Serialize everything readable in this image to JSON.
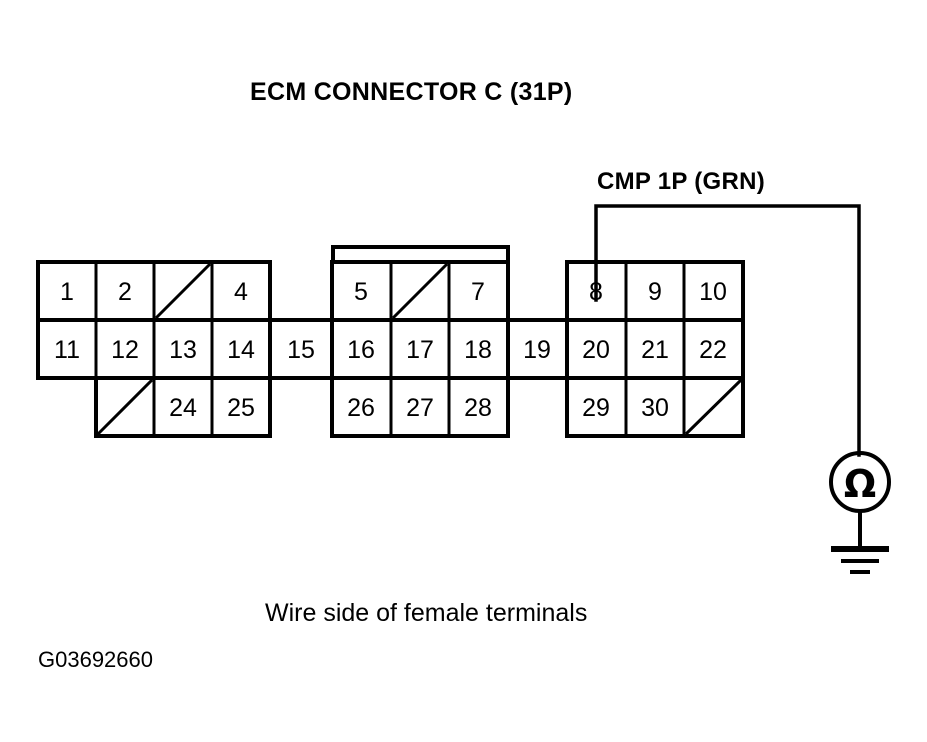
{
  "page": {
    "background_color": "#ffffff",
    "line_color": "#000000",
    "title": "ECM CONNECTOR C (31P)",
    "caption": "Wire side of female terminals",
    "figure_code": "G03692660"
  },
  "connector": {
    "name": "ECM CONNECTOR C",
    "pin_count_label": "31P",
    "view_note": "Wire side of female terminals",
    "blocks": [
      {
        "block_name": "left-block",
        "rows": [
          {
            "row_name": "top-row",
            "cells": [
              {
                "label": "1",
                "blank": false
              },
              {
                "label": "2",
                "blank": false
              },
              {
                "label": "",
                "blank": true
              },
              {
                "label": "4",
                "blank": false
              }
            ]
          },
          {
            "row_name": "middle-row",
            "cells": [
              {
                "label": "11",
                "blank": false
              },
              {
                "label": "12",
                "blank": false
              },
              {
                "label": "13",
                "blank": false
              },
              {
                "label": "14",
                "blank": false
              }
            ]
          },
          {
            "row_name": "bottom-row",
            "cells": [
              {
                "label": "",
                "blank": true
              },
              {
                "label": "24",
                "blank": false
              },
              {
                "label": "25",
                "blank": false
              }
            ]
          }
        ]
      },
      {
        "block_name": "middle-block",
        "rows": [
          {
            "row_name": "top-row",
            "cells": [
              {
                "label": "5",
                "blank": false
              },
              {
                "label": "",
                "blank": true
              },
              {
                "label": "7",
                "blank": false
              }
            ]
          },
          {
            "row_name": "middle-row",
            "cells": [
              {
                "label": "16",
                "blank": false
              },
              {
                "label": "17",
                "blank": false
              },
              {
                "label": "18",
                "blank": false
              }
            ]
          },
          {
            "row_name": "bottom-row",
            "cells": [
              {
                "label": "26",
                "blank": false
              },
              {
                "label": "27",
                "blank": false
              },
              {
                "label": "28",
                "blank": false
              }
            ]
          }
        ]
      },
      {
        "block_name": "right-block",
        "rows": [
          {
            "row_name": "top-row",
            "cells": [
              {
                "label": "8",
                "blank": false
              },
              {
                "label": "9",
                "blank": false
              },
              {
                "label": "10",
                "blank": false
              }
            ]
          },
          {
            "row_name": "middle-row",
            "cells": [
              {
                "label": "20",
                "blank": false
              },
              {
                "label": "21",
                "blank": false
              },
              {
                "label": "22",
                "blank": false
              }
            ]
          },
          {
            "row_name": "bottom-row",
            "cells": [
              {
                "label": "29",
                "blank": false
              },
              {
                "label": "30",
                "blank": false
              },
              {
                "label": "",
                "blank": true
              }
            ]
          }
        ]
      }
    ],
    "bridge_cells": [
      {
        "cell_name": "bridge-cell-15",
        "label": "15"
      },
      {
        "cell_name": "bridge-cell-19",
        "label": "19"
      }
    ]
  },
  "wiring": {
    "signal_label": "CMP 1P (GRN)",
    "probe_pin": "8",
    "meter": {
      "meter_name": "ohmmeter",
      "symbol": "Ω",
      "ground_symbol": "earth-ground"
    }
  }
}
